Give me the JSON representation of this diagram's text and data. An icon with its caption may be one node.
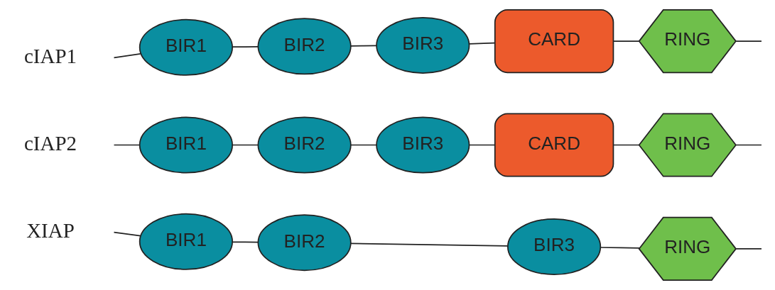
{
  "diagram": {
    "nodes": [
      {
        "text": [
          "BIR1"
        ]
      },
      {
        "text": [
          "BIR2"
        ]
      },
      {
        "text": [
          "BIR3"
        ]
      },
      {
        "text": [
          "CARD"
        ]
      },
      {
        "text": [
          "RING"
        ]
      },
      {
        "text": [
          "BIR1"
        ]
      },
      {
        "text": [
          "BIR2"
        ]
      },
      {
        "text": [
          "BIR3"
        ]
      },
      {
        "text": [
          "CARD"
        ]
      },
      {
        "text": [
          "RING"
        ]
      },
      {
        "text": [
          "BIR1"
        ]
      },
      {
        "text": [
          "BIR2"
        ]
      },
      {
        "text": [
          "BIR3"
        ]
      },
      {
        "text": [
          "RING"
        ]
      }
    ],
    "edges": [
      {
        "from": null,
        "to": 0,
        "arrow": "none"
      },
      {
        "from": 0,
        "to": 1,
        "arrow": "none"
      },
      {
        "from": 1,
        "to": 2,
        "arrow": "none"
      },
      {
        "from": 2,
        "to": 3,
        "arrow": "none"
      },
      {
        "from": 3,
        "to": 4,
        "arrow": "none"
      },
      {
        "from": 4,
        "to": null,
        "arrow": "none"
      },
      {
        "from": null,
        "to": 5,
        "arrow": "none"
      },
      {
        "from": 5,
        "to": 6,
        "arrow": "none"
      },
      {
        "from": 6,
        "to": 7,
        "arrow": "none"
      },
      {
        "from": 7,
        "to": 8,
        "arrow": "none"
      },
      {
        "from": 8,
        "to": 9,
        "arrow": "none"
      },
      {
        "from": 9,
        "to": null,
        "arrow": "none"
      },
      {
        "from": null,
        "to": 10,
        "arrow": "none"
      },
      {
        "from": 10,
        "to": 11,
        "arrow": "none"
      },
      {
        "from": 11,
        "to": 12,
        "arrow": "none"
      },
      {
        "from": 12,
        "to": 13,
        "arrow": "none"
      },
      {
        "from": 13,
        "to": null,
        "arrow": "none"
      }
    ],
    "labels": [
      "cIAP1",
      "cIAP2",
      "XIAP"
    ]
  }
}
